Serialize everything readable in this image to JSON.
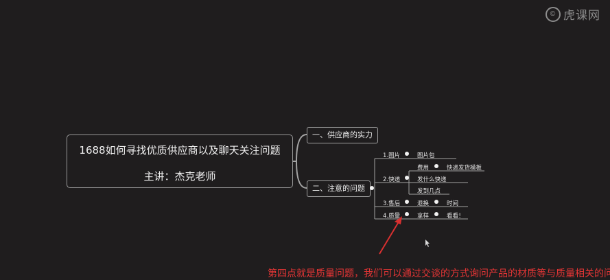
{
  "watermark": {
    "logo": "©",
    "text": "虎课网"
  },
  "root": {
    "title": "1688如何寻找优质供应商以及聊天关注问题",
    "subtitle": "主讲：杰克老师"
  },
  "branches": [
    {
      "label": "一、供应商的实力"
    },
    {
      "label": "二、注意的问题"
    }
  ],
  "issues": [
    {
      "label": "1.图片",
      "items": [
        "图片包"
      ]
    },
    {
      "label": "2.快递",
      "items": [
        "费用",
        "快递发货模板",
        "发什么快递",
        "发到几点"
      ]
    },
    {
      "label": "3.售后",
      "items": [
        "退换",
        "时间"
      ]
    },
    {
      "label": "4.质量",
      "items": [
        "拿样",
        "看看！"
      ]
    }
  ],
  "caption": "第四点就是质量问题，我们可以通过交谈的方式询问产品的材质等与质量相关的问题，我",
  "colors": {
    "background": "#1f1d1e",
    "line": "#a3a3a3",
    "arrow": "#d93030",
    "caption": "#e53535"
  }
}
